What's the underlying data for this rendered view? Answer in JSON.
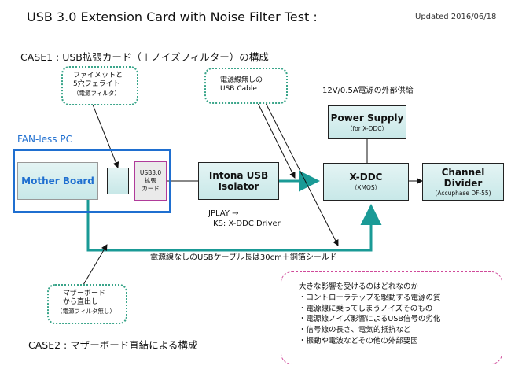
{
  "header": {
    "title": "USB 3.0 Extension Card with Noise Filter Test :",
    "updated": "Updated 2016/06/18"
  },
  "case1_label": "CASE1 : USB拡張カード（＋ノイズフィルター）の構成",
  "case2_label": "CASE2 : マザーボード直結による構成",
  "callouts": {
    "ferrite": {
      "line1": "ファイメットと",
      "line2": "5穴フェライト",
      "line3": "（電源フィルタ）"
    },
    "no_power_cable": {
      "line1": "電源線無しの",
      "line2": "USB Cable"
    },
    "mb_direct": {
      "line1": "マザーボード",
      "line2": "から直出し",
      "line3": "（電源フィルタ無し）"
    }
  },
  "pc": {
    "label": "FAN-less PC",
    "motherboard": "Mother Board",
    "usb_card": {
      "line1": "USB3.0",
      "line2": "拡張",
      "line3": "カード"
    }
  },
  "isolator": {
    "line1": "Intona USB",
    "line2": "Isolator"
  },
  "xddc": {
    "label": "X-DDC",
    "sub": "（XMOS）"
  },
  "power_supply": {
    "label": "Power Supply",
    "sub": "（for X-DDC）"
  },
  "psu_note": "12V/0.5A電源の外部供給",
  "channel_divider": {
    "label": "Channel Divider",
    "sub": "(Accuphase DF-55)"
  },
  "jplay": {
    "line1": "JPLAY →",
    "line2": "KS: X-DDC Driver"
  },
  "cable_note": "電源線なしのUSBケーブル長は30cm＋銅箔シールド",
  "factors": {
    "heading": "大きな影響を受けるのはどれなのか",
    "items": [
      "・コントローラチップを駆動する電源の質",
      "・電源線に乗ってしまうノイズそのもの",
      "・電源線ノイズ影響によるUSB信号の劣化",
      "・信号線の長さ、電気的抵抗など",
      "・振動や電波などその他の外部要因"
    ]
  },
  "colors": {
    "teal": "#1a9a96",
    "pc_border": "#1f6fd0",
    "pc_label": "#1f6fd0",
    "card_border": "#b03b9a",
    "callout_border": "#3aa58a",
    "factor_border": "#d04a9a"
  }
}
